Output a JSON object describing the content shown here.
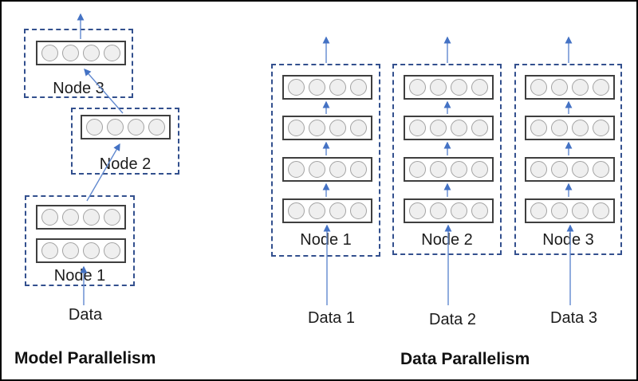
{
  "left_panel": {
    "title": "Model Parallelism",
    "input_label": "Data",
    "nodes": [
      {
        "label": "Node 1",
        "layers": 2
      },
      {
        "label": "Node 2",
        "layers": 1
      },
      {
        "label": "Node 3",
        "layers": 1
      }
    ]
  },
  "right_panel": {
    "title": "Data Parallelism",
    "columns": [
      {
        "node_label": "Node 1",
        "input_label": "Data 1",
        "layers": 4
      },
      {
        "node_label": "Node 2",
        "input_label": "Data 2",
        "layers": 4
      },
      {
        "node_label": "Node 3",
        "input_label": "Data 3",
        "layers": 4
      }
    ]
  },
  "units_per_layer": 4,
  "colors": {
    "dashed_border": "#33508e",
    "arrow_line": "#6189cf",
    "arrow_head": "#4472c4",
    "layer_border": "#3f3f3f",
    "circle_fill": "#efefef",
    "circle_border": "#a3a3a3",
    "text": "#1c1c1c"
  }
}
